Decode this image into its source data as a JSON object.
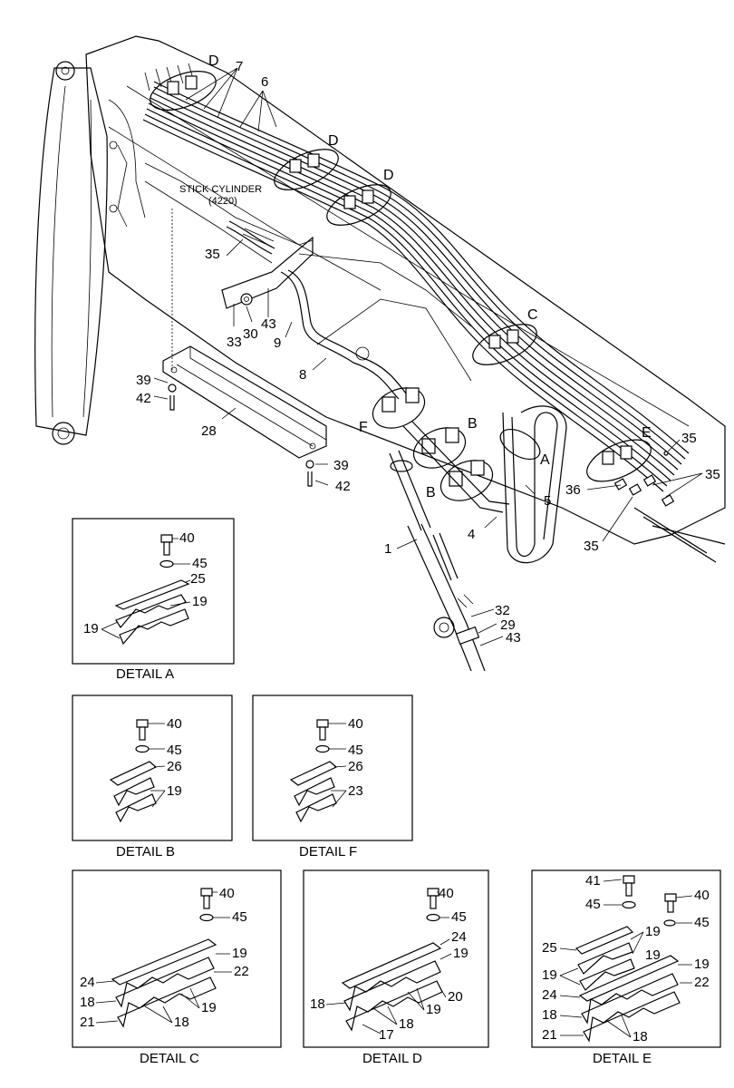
{
  "diagram": {
    "main_labels": {
      "stick_cylinder": "STICK CYLINDER",
      "stick_cylinder_code": "(4220)",
      "d_top": "D",
      "d_mid": "D",
      "d_right": "D",
      "c": "C",
      "a": "A",
      "b1": "B",
      "b2": "B",
      "e": "E",
      "f": "F",
      "n7": "7",
      "n6": "6",
      "n35a": "35",
      "n33": "33",
      "n30": "30",
      "n43a": "43",
      "n9": "9",
      "n8": "8",
      "n39a": "39",
      "n42a": "42",
      "n28": "28",
      "n39b": "39",
      "n42b": "42",
      "n5": "5",
      "n4": "4",
      "n1": "1",
      "n32": "32",
      "n29": "29",
      "n43b": "43",
      "n36": "36",
      "n35b": "35",
      "n35c": "35",
      "n35d": "35"
    },
    "details": {
      "a": {
        "caption": "DETAIL A",
        "n40": "40",
        "n45": "45",
        "n25": "25",
        "n19a": "19",
        "n19b": "19"
      },
      "b": {
        "caption": "DETAIL B",
        "n40": "40",
        "n45": "45",
        "n26": "26",
        "n19": "19"
      },
      "f": {
        "caption": "DETAIL F",
        "n40": "40",
        "n45": "45",
        "n26": "26",
        "n23": "23"
      },
      "c": {
        "caption": "DETAIL C",
        "n40": "40",
        "n45": "45",
        "n19a": "19",
        "n24": "24",
        "n22": "22",
        "n18a": "18",
        "n19b": "19",
        "n21": "21",
        "n18b": "18"
      },
      "d": {
        "caption": "DETAIL D",
        "n40": "40",
        "n45": "45",
        "n24": "24",
        "n19a": "19",
        "n18a": "18",
        "n20": "20",
        "n19b": "19",
        "n18b": "18",
        "n17": "17"
      },
      "e": {
        "caption": "DETAIL E",
        "n41": "41",
        "n40": "40",
        "n45a": "45",
        "n45b": "45",
        "n19a": "19",
        "n25": "25",
        "n19b": "19",
        "n19c": "19",
        "n22": "22",
        "n24": "24",
        "n18a": "18",
        "n19d": "19",
        "n21": "21",
        "n18b": "18"
      }
    }
  }
}
